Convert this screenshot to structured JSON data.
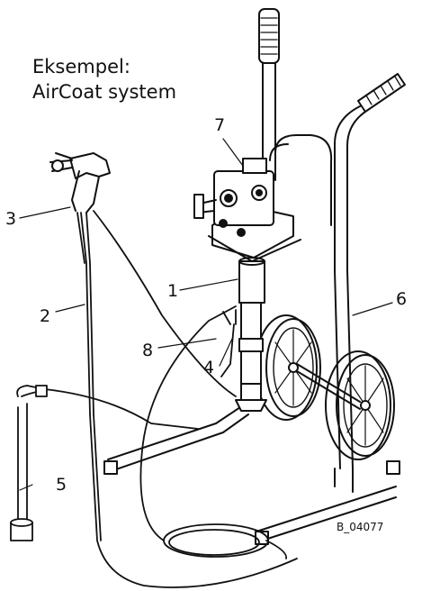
{
  "caption": {
    "line1": "Eksempel:",
    "line2": "AirCoat system"
  },
  "callouts": [
    "1",
    "2",
    "3",
    "4",
    "5",
    "6",
    "7",
    "8"
  ],
  "figure_code": "B_04077"
}
